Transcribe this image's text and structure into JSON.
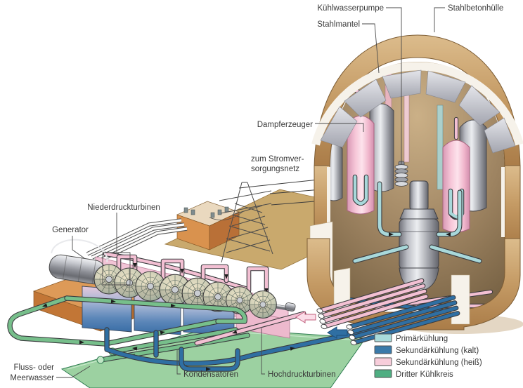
{
  "diagram": {
    "type": "cutaway-technical-illustration",
    "subject": "Kernkraftwerk (Druckwasserreaktor) – Schema mit Reaktorgebäude, Maschinenhaus und Kühlkreisläufen"
  },
  "labels": {
    "kuehlwasserpumpe": "Kühlwasserpumpe",
    "stahlbetonhuelle": "Stahlbetonhülle",
    "stahlmantel": "Stahlmantel",
    "dampferzeuger": "Dampferzeuger",
    "stromnetz_zeile1": "zum Stromver-",
    "stromnetz_zeile2": "sorgungsnetz",
    "niederdruckturbinen": "Niederdruckturbinen",
    "generator": "Generator",
    "flusswasser_zeile1": "Fluss- oder",
    "flusswasser_zeile2": "Meerwasser",
    "kondensatoren": "Kondensatoren",
    "hochdruckturbinen": "Hochdruckturbinen"
  },
  "legend": {
    "items": [
      {
        "label": "Primärkühlung",
        "color": "#a9dbdb"
      },
      {
        "label": "Sekundärkühlung (kalt)",
        "color": "#3a7aa9"
      },
      {
        "label": "Sekundärkühlung (heiß)",
        "color": "#f7cdda"
      },
      {
        "label": "Dritter Kühlkreis",
        "color": "#4fae82"
      }
    ]
  },
  "colors": {
    "primary_loop": "#a8d8da",
    "secondary_cold": "#2f6fa3",
    "secondary_hot": "#f3c0d3",
    "third_loop": "#77bf8b",
    "containment_concrete": "#c49a64",
    "steel_liner": "#b3b5bd",
    "water_area": "#9cd1a1"
  }
}
